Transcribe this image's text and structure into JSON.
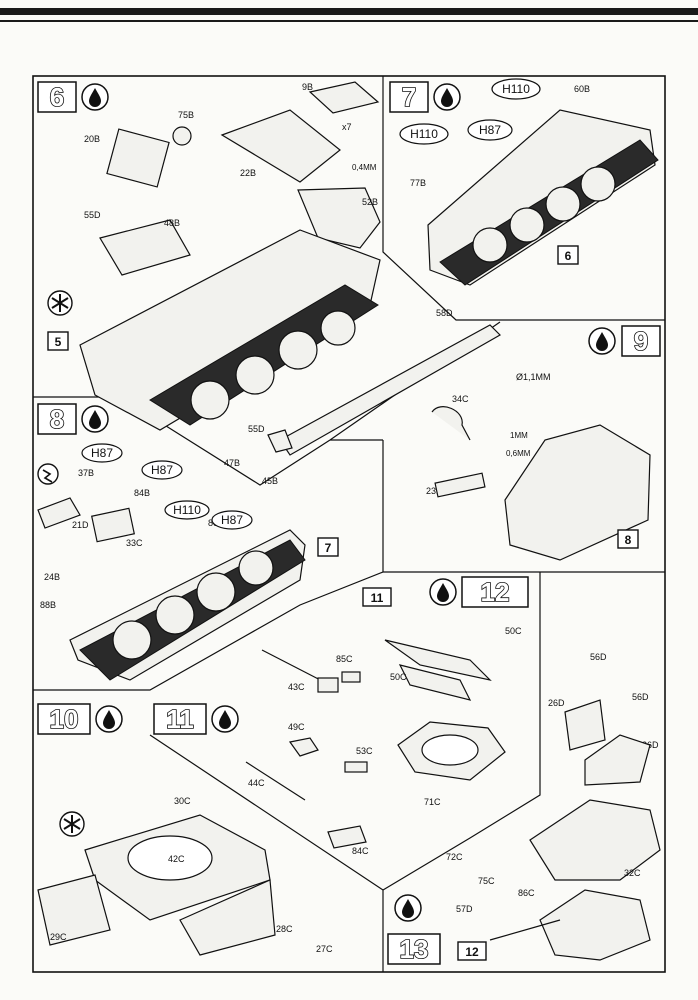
{
  "steps": {
    "s6": {
      "num": "6",
      "icon": "glue-drop-icon",
      "ref": "5",
      "parts": [
        "20B",
        "75B",
        "22B",
        "9B",
        "x7",
        "0,4MM",
        "52B",
        "55D",
        "48B",
        "58D",
        "55D",
        "47B",
        "45B"
      ]
    },
    "s7": {
      "num": "7",
      "icon": "glue-drop-icon",
      "ref": "6",
      "parts": [
        "H110",
        "60B",
        "H110",
        "H87",
        "77B"
      ]
    },
    "s8": {
      "num": "8",
      "icon": "glue-drop-icon",
      "ref": "7",
      "parts": [
        "H87",
        "37B",
        "H87",
        "84B",
        "21D",
        "H110",
        "80B",
        "H87",
        "33C",
        "24B",
        "88B"
      ]
    },
    "s9": {
      "num": "9",
      "icon": "glue-drop-icon",
      "ref": "8",
      "parts": [
        "34C",
        "Ø1,1MM",
        "1MM",
        "0,6MM",
        "23B"
      ]
    },
    "s10": {
      "num": "10",
      "icon": "glue-drop-icon",
      "parts": [
        "30C",
        "42C",
        "29C",
        "28C",
        "27C"
      ]
    },
    "s11": {
      "num": "11",
      "icon": "glue-drop-icon",
      "parts": [
        "85C",
        "43C",
        "49C",
        "53C",
        "44C",
        "84C"
      ]
    },
    "s12": {
      "num": "12",
      "icon": "glue-drop-icon",
      "ref": "11",
      "parts": [
        "50C",
        "50C",
        "71C"
      ]
    },
    "s13": {
      "num": "13",
      "ref": "12",
      "parts": [
        "56D",
        "26D",
        "56D",
        "36D",
        "72C",
        "75C",
        "86C",
        "32C",
        "57D"
      ]
    }
  },
  "colors": {
    "ink": "#111111",
    "paper": "#fbfbf8"
  }
}
